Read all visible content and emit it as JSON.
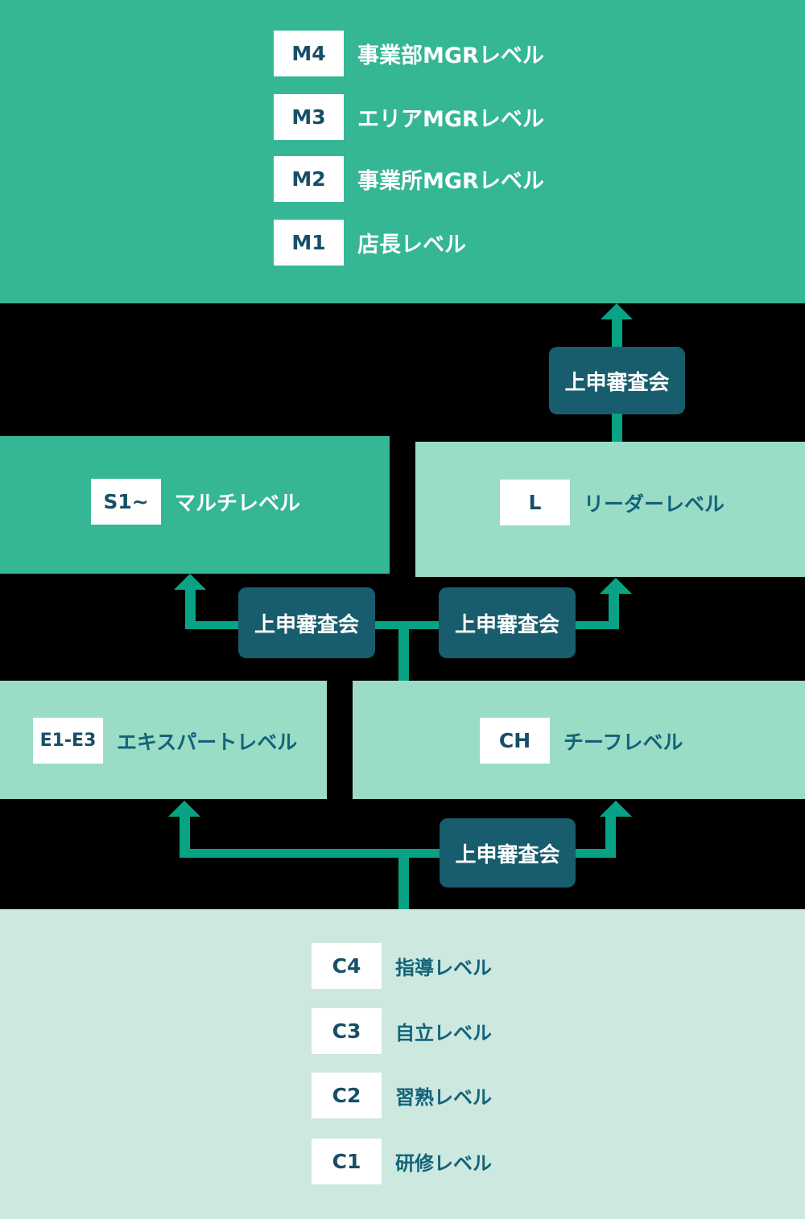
{
  "diagram_title": "career-grade-progression-chart",
  "colors": {
    "background": "#000000",
    "tier_strong_green": "#35b695",
    "tier_light_green": "#9adcc5",
    "tier_pale_green": "#cde9df",
    "connector_green": "#07a384",
    "review_badge_bg": "#185d6d",
    "badge_code_text": "#174f68",
    "label_dark_text": "#12637a",
    "label_white_text": "#ffffff"
  },
  "review": {
    "label": "上申審査会"
  },
  "tiers": {
    "manager": {
      "rows": [
        {
          "code": "M4",
          "label": "事業部MGRレベル"
        },
        {
          "code": "M3",
          "label": "エリアMGRレベル"
        },
        {
          "code": "M2",
          "label": "事業所MGRレベル"
        },
        {
          "code": "M1",
          "label": "店長レベル"
        }
      ]
    },
    "multi": {
      "code": "S1~",
      "label": "マルチレベル"
    },
    "leader": {
      "code": "L",
      "label": "リーダーレベル"
    },
    "expert": {
      "code": "E1-E3",
      "label": "エキスパートレベル"
    },
    "chief": {
      "code": "CH",
      "label": "チーフレベル"
    },
    "crew": {
      "rows": [
        {
          "code": "C4",
          "label": "指導レベル"
        },
        {
          "code": "C3",
          "label": "自立レベル"
        },
        {
          "code": "C2",
          "label": "習熟レベル"
        },
        {
          "code": "C1",
          "label": "研修レベル"
        }
      ]
    }
  }
}
